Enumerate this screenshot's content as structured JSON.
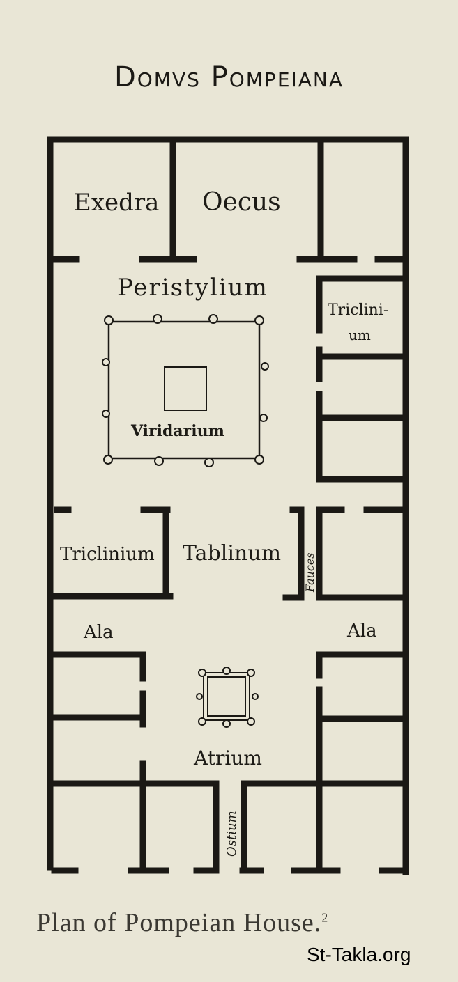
{
  "title": "Domvs Pompeiana",
  "caption": "Plan of Pompeian House.",
  "caption_footnote": "2",
  "watermark": "St-Takla.org",
  "rooms": {
    "exedra": "Exedra",
    "oecus": "Oecus",
    "peristylium": "Peristylium",
    "triclinium_right_1": "Triclini-",
    "triclinium_right_2": "um",
    "viridarium": "Viridarium",
    "triclinium_left": "Triclinium",
    "tablinum": "Tablinum",
    "fauces": "Fauces",
    "ala_left": "Ala",
    "ala_right": "Ala",
    "atrium": "Atrium",
    "ostium": "Ostium"
  },
  "colors": {
    "paper": "#e9e6d6",
    "ink": "#1b1915"
  }
}
